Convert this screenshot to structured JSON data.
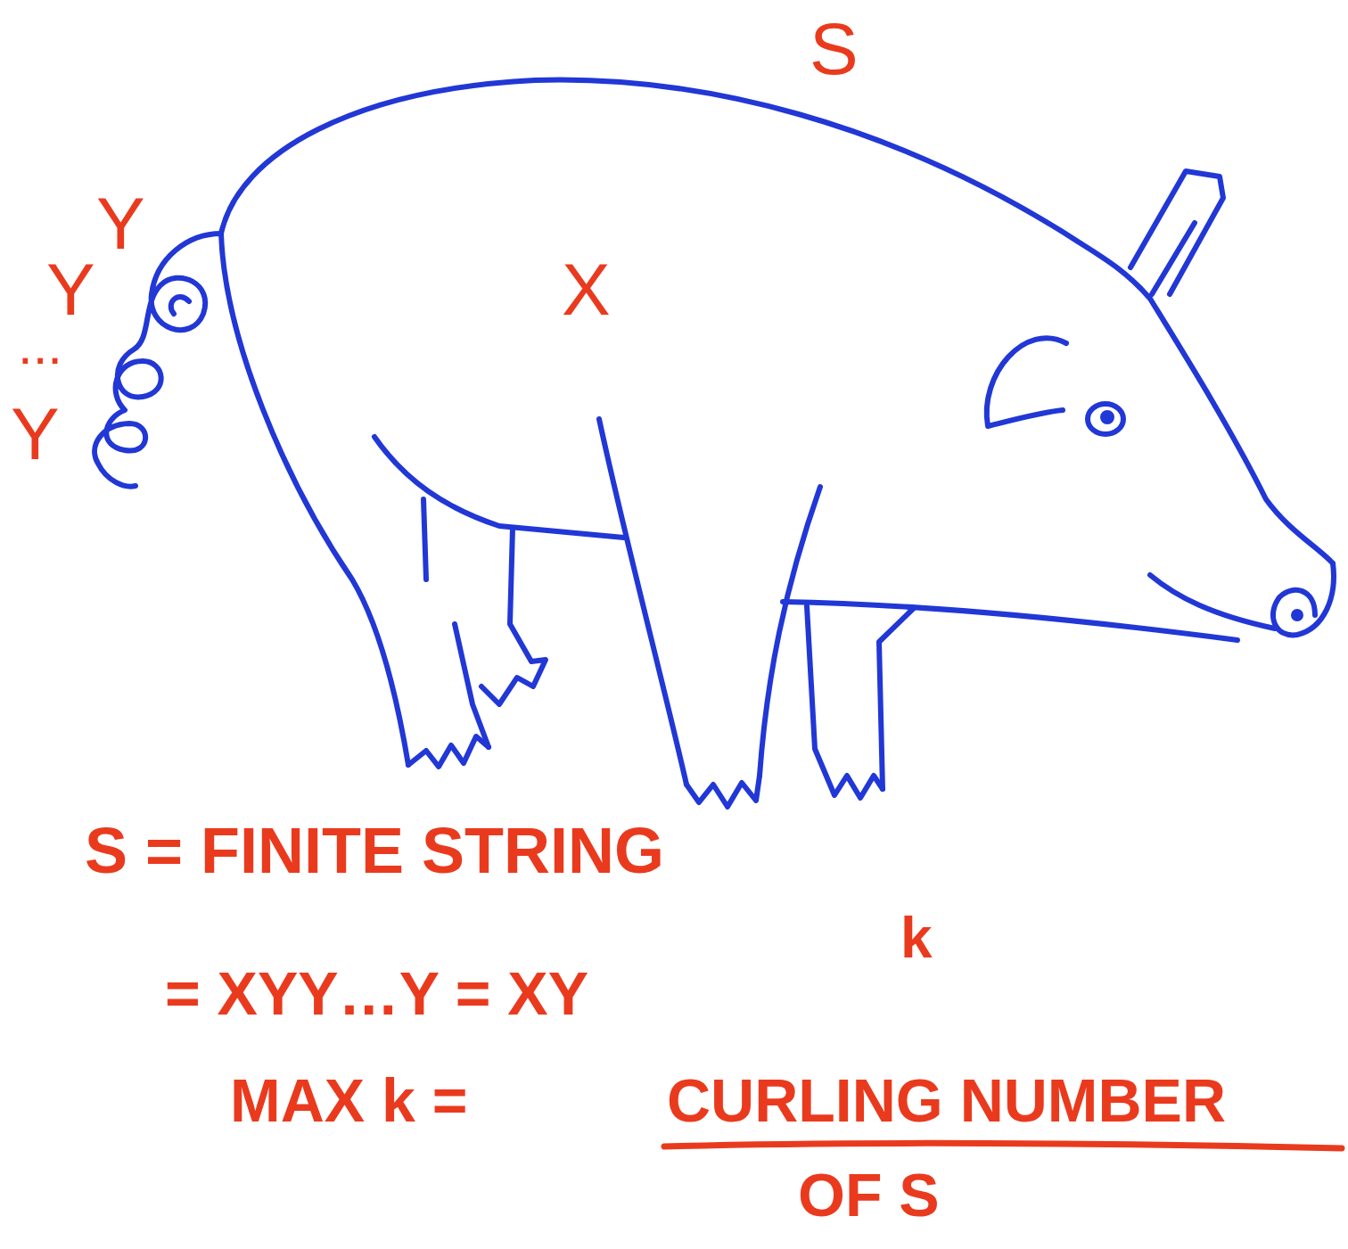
{
  "diagram": {
    "labels": [
      "S",
      "Y",
      "Y",
      "...",
      "Y",
      "X",
      "S = FINITE STRING",
      "= XYY…Y = XY",
      "k",
      "MAX k =",
      "CURLING NUMBER",
      "OF S"
    ]
  }
}
